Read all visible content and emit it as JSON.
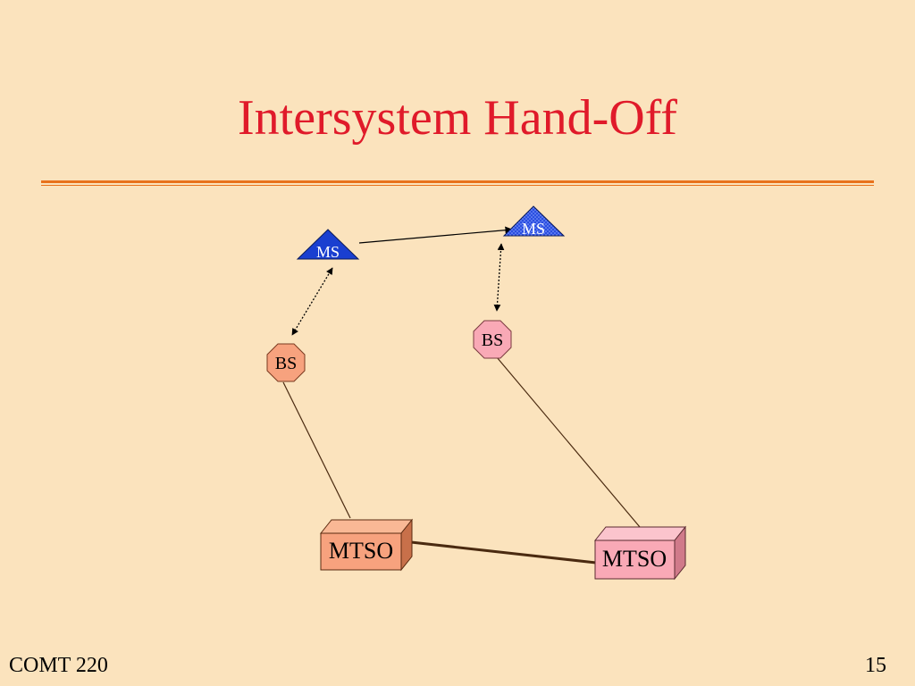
{
  "slide": {
    "title": "Intersystem Hand-Off",
    "footer_left": "COMT 220",
    "page_number": "15"
  },
  "diagram": {
    "nodes": {
      "ms_left": "MS",
      "ms_right": "MS",
      "bs_left": "BS",
      "bs_right": "BS",
      "mtso_left": "MTSO",
      "mtso_right": "MTSO"
    },
    "colors": {
      "background": "#fbe3bd",
      "title": "#e01a2a",
      "rule": "#e8721c",
      "ms_fill": "#1a3fd0",
      "bs_left_fill": "#f7a27e",
      "bs_right_fill": "#f9a9b6",
      "mtso_left_fill": "#f7a27e",
      "mtso_right_fill": "#f9a9b6"
    }
  }
}
